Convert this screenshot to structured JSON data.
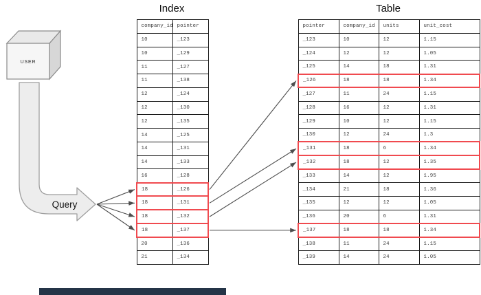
{
  "diagram": {
    "user_label": "USER",
    "query_label": "Query",
    "index": {
      "title": "Index",
      "columns": [
        "company_id",
        "pointer"
      ],
      "rows": [
        [
          "10",
          "_123"
        ],
        [
          "10",
          "_129"
        ],
        [
          "11",
          "_127"
        ],
        [
          "11",
          "_138"
        ],
        [
          "12",
          "_124"
        ],
        [
          "12",
          "_130"
        ],
        [
          "12",
          "_135"
        ],
        [
          "14",
          "_125"
        ],
        [
          "14",
          "_131"
        ],
        [
          "14",
          "_133"
        ],
        [
          "16",
          "_128"
        ],
        [
          "18",
          "_126"
        ],
        [
          "18",
          "_131"
        ],
        [
          "18",
          "_132"
        ],
        [
          "18",
          "_137"
        ],
        [
          "20",
          "_136"
        ],
        [
          "21",
          "_134"
        ]
      ],
      "highlighted_rows": [
        11,
        12,
        13,
        14
      ]
    },
    "table": {
      "title": "Table",
      "columns": [
        "pointer",
        "company_id",
        "units",
        "unit_cost"
      ],
      "rows": [
        [
          "_123",
          "10",
          "12",
          "1.15"
        ],
        [
          "_124",
          "12",
          "12",
          "1.05"
        ],
        [
          "_125",
          "14",
          "18",
          "1.31"
        ],
        [
          "_126",
          "18",
          "18",
          "1.34"
        ],
        [
          "_127",
          "11",
          "24",
          "1.15"
        ],
        [
          "_128",
          "16",
          "12",
          "1.31"
        ],
        [
          "_129",
          "10",
          "12",
          "1.15"
        ],
        [
          "_130",
          "12",
          "24",
          "1.3"
        ],
        [
          "_131",
          "18",
          "6",
          "1.34"
        ],
        [
          "_132",
          "18",
          "12",
          "1.35"
        ],
        [
          "_133",
          "14",
          "12",
          "1.95"
        ],
        [
          "_134",
          "21",
          "18",
          "1.36"
        ],
        [
          "_135",
          "12",
          "12",
          "1.05"
        ],
        [
          "_136",
          "20",
          "6",
          "1.31"
        ],
        [
          "_137",
          "18",
          "18",
          "1.34"
        ],
        [
          "_138",
          "11",
          "24",
          "1.15"
        ],
        [
          "_139",
          "14",
          "24",
          "1.05"
        ]
      ],
      "highlighted_rows": [
        3,
        8,
        9,
        14
      ]
    },
    "connections": [
      {
        "pointer": "_126",
        "from_index_row": 11,
        "to_table_row": 3
      },
      {
        "pointer": "_131",
        "from_index_row": 12,
        "to_table_row": 8
      },
      {
        "pointer": "_132",
        "from_index_row": 13,
        "to_table_row": 9
      },
      {
        "pointer": "_137",
        "from_index_row": 14,
        "to_table_row": 14
      }
    ],
    "colors": {
      "highlight": "#f04a4f",
      "arrow": "#4d4d4d",
      "table_border": "#1a1a1a",
      "shape_fill": "#ededed",
      "shape_stroke": "#9e9e9e",
      "bottom_bar": "#243447"
    }
  }
}
